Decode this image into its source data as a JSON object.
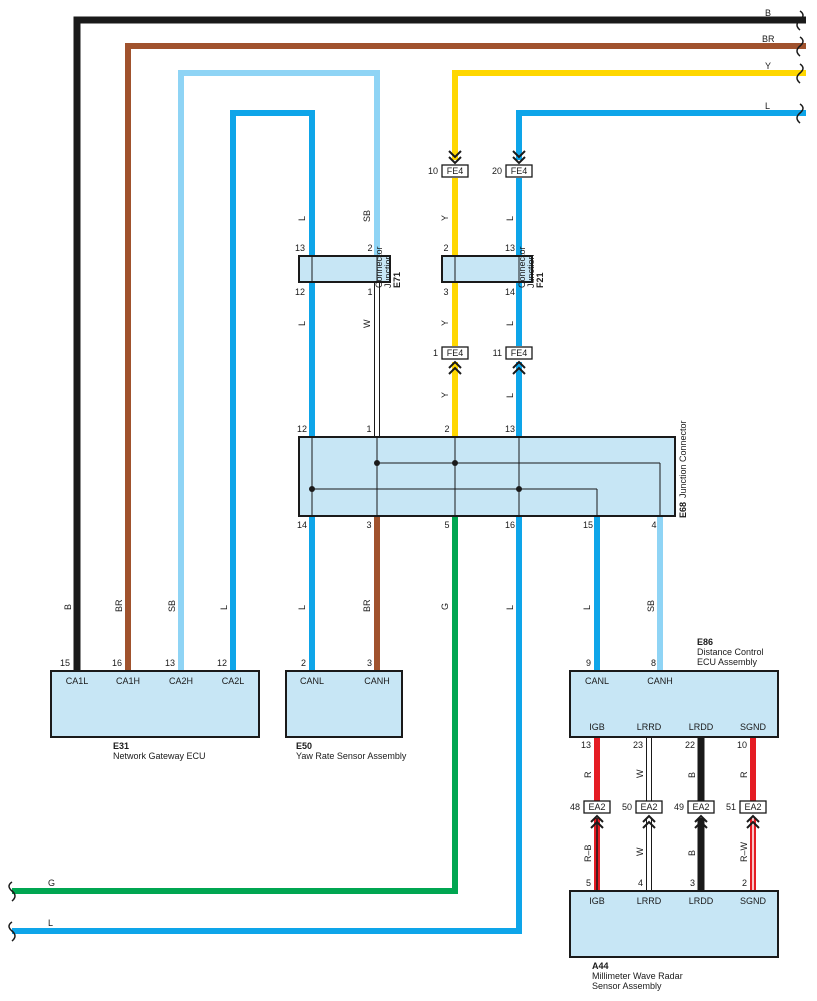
{
  "colors": {
    "B": "#1a1a1a",
    "BR": "#a0522d",
    "SB": "#8fd4f5",
    "L": "#0ea5e9",
    "Y": "#ffd700",
    "G": "#00a651",
    "R": "#e51c23",
    "W": "#ffffff",
    "box_fill": "#c7e6f5"
  },
  "edge_wires": {
    "B": "B",
    "BR": "BR",
    "Y": "Y",
    "L": "L",
    "G": "G",
    "L2": "L"
  },
  "e31": {
    "code": "E31",
    "name": "Network Gateway ECU",
    "pins": [
      {
        "num": "15",
        "name": "CA1L",
        "wire": "B"
      },
      {
        "num": "16",
        "name": "CA1H",
        "wire": "BR"
      },
      {
        "num": "13",
        "name": "CA2H",
        "wire": "SB"
      },
      {
        "num": "12",
        "name": "CA2L",
        "wire": "L"
      }
    ]
  },
  "e50": {
    "code": "E50",
    "name": "Yaw Rate Sensor Assembly",
    "pins": [
      {
        "num": "2",
        "name": "CANL",
        "wire": "L"
      },
      {
        "num": "3",
        "name": "CANH",
        "wire": "BR"
      }
    ]
  },
  "e86": {
    "code": "E86",
    "name_line1": "Distance Control",
    "name_line2": "ECU Assembly",
    "pins_top": [
      {
        "num": "9",
        "name": "CANL",
        "wire": "L"
      },
      {
        "num": "8",
        "name": "CANH",
        "wire": "SB"
      }
    ],
    "pins_bottom": [
      {
        "num": "13",
        "name": "IGB",
        "wire": "R"
      },
      {
        "num": "23",
        "name": "LRRD",
        "wire": "W"
      },
      {
        "num": "22",
        "name": "LRDD",
        "wire": "B"
      },
      {
        "num": "10",
        "name": "SGND",
        "wire": "R"
      }
    ]
  },
  "a44": {
    "code": "A44",
    "name_line1": "Millimeter Wave Radar",
    "name_line2": "Sensor Assembly",
    "pins": [
      {
        "num": "5",
        "name": "IGB",
        "wire": "R–B"
      },
      {
        "num": "4",
        "name": "LRRD",
        "wire": "W"
      },
      {
        "num": "3",
        "name": "LRDD",
        "wire": "B"
      },
      {
        "num": "2",
        "name": "SGND",
        "wire": "R–W"
      }
    ]
  },
  "ea2": {
    "label": "EA2",
    "pins": [
      "48",
      "50",
      "49",
      "51"
    ]
  },
  "e71": {
    "code": "E71",
    "name_line1": "Junction",
    "name_line2": "Connector",
    "top_pins": [
      "13",
      "2"
    ],
    "bottom_pins": [
      "12",
      "1"
    ],
    "top_wires": [
      "L",
      "SB"
    ],
    "bottom_wires": [
      "L",
      "W"
    ]
  },
  "f21": {
    "code": "F21",
    "name_line1": "Junction",
    "name_line2": "Connector",
    "top_pins": [
      "2",
      "13"
    ],
    "bottom_pins": [
      "3",
      "14"
    ],
    "top_wires": [
      "Y",
      "L"
    ],
    "bottom_wires": [
      "Y",
      "L"
    ]
  },
  "fe4": {
    "label": "FE4",
    "top_pins": [
      "10",
      "20"
    ],
    "bottom_pins": [
      "1",
      "11"
    ],
    "lower_wires": [
      "Y",
      "L"
    ]
  },
  "e68": {
    "code": "E68",
    "name": "Junction Connector",
    "top_pins": [
      "12",
      "1",
      "2",
      "13"
    ],
    "bottom_pins": [
      "14",
      "3",
      "5",
      "16",
      "15",
      "4"
    ],
    "bottom_wires": [
      "L",
      "BR",
      "G",
      "L",
      "L",
      "SB"
    ]
  }
}
